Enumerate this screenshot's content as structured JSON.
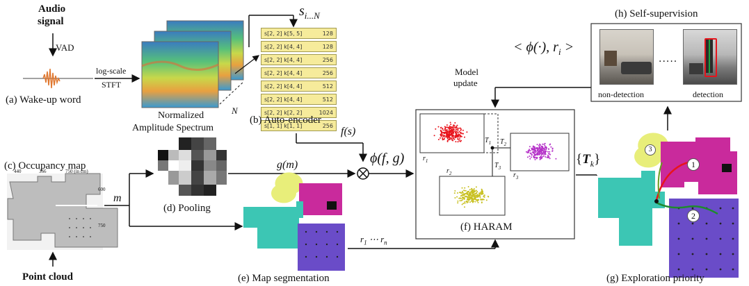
{
  "panels": {
    "a": {
      "title_line1": "Audio",
      "title_line2": "signal",
      "vad": "VAD",
      "stft_line1": "log-scale",
      "stft_line2": "STFT",
      "caption": "(a) Wake-up word"
    },
    "spectrum": {
      "caption_line1": "Normalized",
      "caption_line2": "Amplitude Spectrum",
      "n_label": "N"
    },
    "b": {
      "header": "s",
      "header_sub": "i...N",
      "caption": "(b) Auto-encoder",
      "rows": [
        {
          "code": "s[2, 2] k[5, 5]",
          "size": "128"
        },
        {
          "code": "s[2, 2] k[4, 4]",
          "size": "128"
        },
        {
          "code": "s[2, 2] k[4, 4]",
          "size": "256"
        },
        {
          "code": "s[2, 2] k[4, 4]",
          "size": "256"
        },
        {
          "code": "s[2, 2] k[4, 4]",
          "size": "512"
        },
        {
          "code": "s[2, 2] k[4, 4]",
          "size": "512"
        },
        {
          "code": "s[2, 2] k[2, 2]",
          "size": "1024"
        },
        {
          "code": "s[1, 1] k[1, 1]",
          "size": "256"
        }
      ]
    },
    "fs": "f(s)",
    "c": {
      "caption": "(c) Occupancy map",
      "dim1": "440",
      "dim2": "366",
      "dim3": "750 (in cm)",
      "dim4": "600",
      "dim5": "750",
      "point_cloud": "Point cloud",
      "m": "m"
    },
    "d": {
      "caption": "(d) Pooling",
      "gm": "g(m)"
    },
    "e": {
      "caption": "(e) Map segmentation",
      "r_range": "r",
      "r_range_sub1": "1",
      "r_dots": "⋯",
      "r_n": "r",
      "r_n_sub": "n"
    },
    "phi": "ϕ(f, g)",
    "f": {
      "caption": "(f) HARAM",
      "model_update_line1": "Model",
      "model_update_line2": "update",
      "r1": "r",
      "r1_sub": "1",
      "r2": "r",
      "r2_sub": "2",
      "r3": "r",
      "r3_sub": "3",
      "T1": "T",
      "T1_sub": "1",
      "T2": "T",
      "T2_sub": "2",
      "T3": "T",
      "T3_sub": "3"
    },
    "tk": {
      "open": "{",
      "T": "T",
      "sub": "k",
      "close": "}"
    },
    "g": {
      "caption": "(g) Exploration priority",
      "marks": [
        "1",
        "2",
        "3"
      ]
    },
    "h": {
      "title": "(h) Self-supervision",
      "left_label": "non-detection",
      "right_label": "detection",
      "dots": "....."
    },
    "phi_ri": "< ϕ(·), r",
    "phi_ri_sub": "i",
    "phi_ri_close": " >"
  },
  "colors": {
    "cyan": "#3cc6b4",
    "magenta": "#c92a9c",
    "purple": "#6a4cc8",
    "yellow": "#e8ee7a",
    "red": "#e8141c",
    "olive": "#c8c020",
    "violet": "#b532c8",
    "spectrum": "#2a8ab8"
  }
}
